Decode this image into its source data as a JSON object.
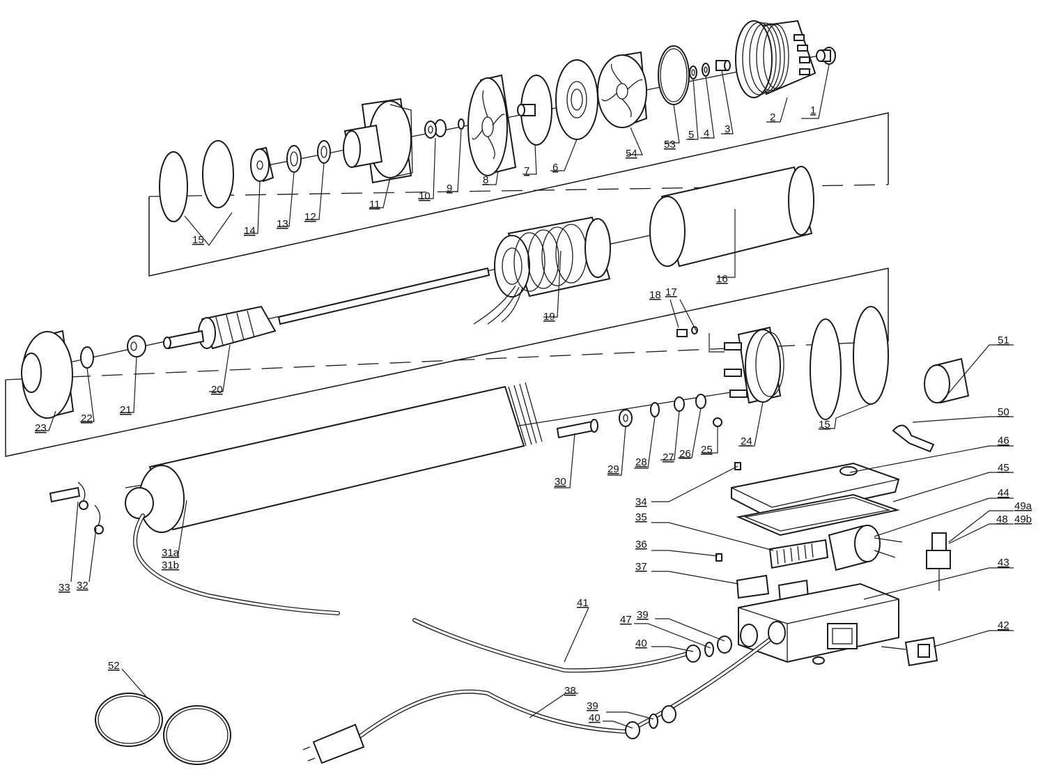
{
  "callouts": [
    {
      "id": "c1",
      "text": "1"
    },
    {
      "id": "c2",
      "text": "2"
    },
    {
      "id": "c3",
      "text": "3"
    },
    {
      "id": "c4",
      "text": "4"
    },
    {
      "id": "c5",
      "text": "5"
    },
    {
      "id": "c53",
      "text": "53"
    },
    {
      "id": "c54",
      "text": "54"
    },
    {
      "id": "c6",
      "text": "6"
    },
    {
      "id": "c7",
      "text": "7"
    },
    {
      "id": "c8",
      "text": "8"
    },
    {
      "id": "c9",
      "text": "9"
    },
    {
      "id": "c10",
      "text": "10"
    },
    {
      "id": "c11",
      "text": "11"
    },
    {
      "id": "c12",
      "text": "12"
    },
    {
      "id": "c13",
      "text": "13"
    },
    {
      "id": "c14",
      "text": "14"
    },
    {
      "id": "c15a",
      "text": "15"
    },
    {
      "id": "c16",
      "text": "16"
    },
    {
      "id": "c17",
      "text": "17"
    },
    {
      "id": "c18",
      "text": "18"
    },
    {
      "id": "c19",
      "text": "19"
    },
    {
      "id": "c20",
      "text": "20"
    },
    {
      "id": "c21",
      "text": "21"
    },
    {
      "id": "c22",
      "text": "22"
    },
    {
      "id": "c23",
      "text": "23"
    },
    {
      "id": "c24",
      "text": "24"
    },
    {
      "id": "c25",
      "text": "25"
    },
    {
      "id": "c26",
      "text": "26"
    },
    {
      "id": "c27",
      "text": "27"
    },
    {
      "id": "c28",
      "text": "28"
    },
    {
      "id": "c29",
      "text": "29"
    },
    {
      "id": "c30",
      "text": "30"
    },
    {
      "id": "c15b",
      "text": "15"
    },
    {
      "id": "c51",
      "text": "51"
    },
    {
      "id": "c50",
      "text": "50"
    },
    {
      "id": "c46",
      "text": "46"
    },
    {
      "id": "c45",
      "text": "45"
    },
    {
      "id": "c44",
      "text": "44"
    },
    {
      "id": "c49a",
      "text": "49a"
    },
    {
      "id": "c49b",
      "text": "49b"
    },
    {
      "id": "c48",
      "text": "48"
    },
    {
      "id": "c43",
      "text": "43"
    },
    {
      "id": "c42",
      "text": "42"
    },
    {
      "id": "c34",
      "text": "34"
    },
    {
      "id": "c35",
      "text": "35"
    },
    {
      "id": "c36",
      "text": "36"
    },
    {
      "id": "c37",
      "text": "37"
    },
    {
      "id": "c31a",
      "text": "31a"
    },
    {
      "id": "c31b",
      "text": "31b"
    },
    {
      "id": "c33",
      "text": "33"
    },
    {
      "id": "c32",
      "text": "32"
    },
    {
      "id": "c41",
      "text": "41"
    },
    {
      "id": "c47",
      "text": "47"
    },
    {
      "id": "c39a",
      "text": "39"
    },
    {
      "id": "c40a",
      "text": "40"
    },
    {
      "id": "c38",
      "text": "38"
    },
    {
      "id": "c39b",
      "text": "39"
    },
    {
      "id": "c40b",
      "text": "40"
    },
    {
      "id": "c52",
      "text": "52"
    }
  ]
}
